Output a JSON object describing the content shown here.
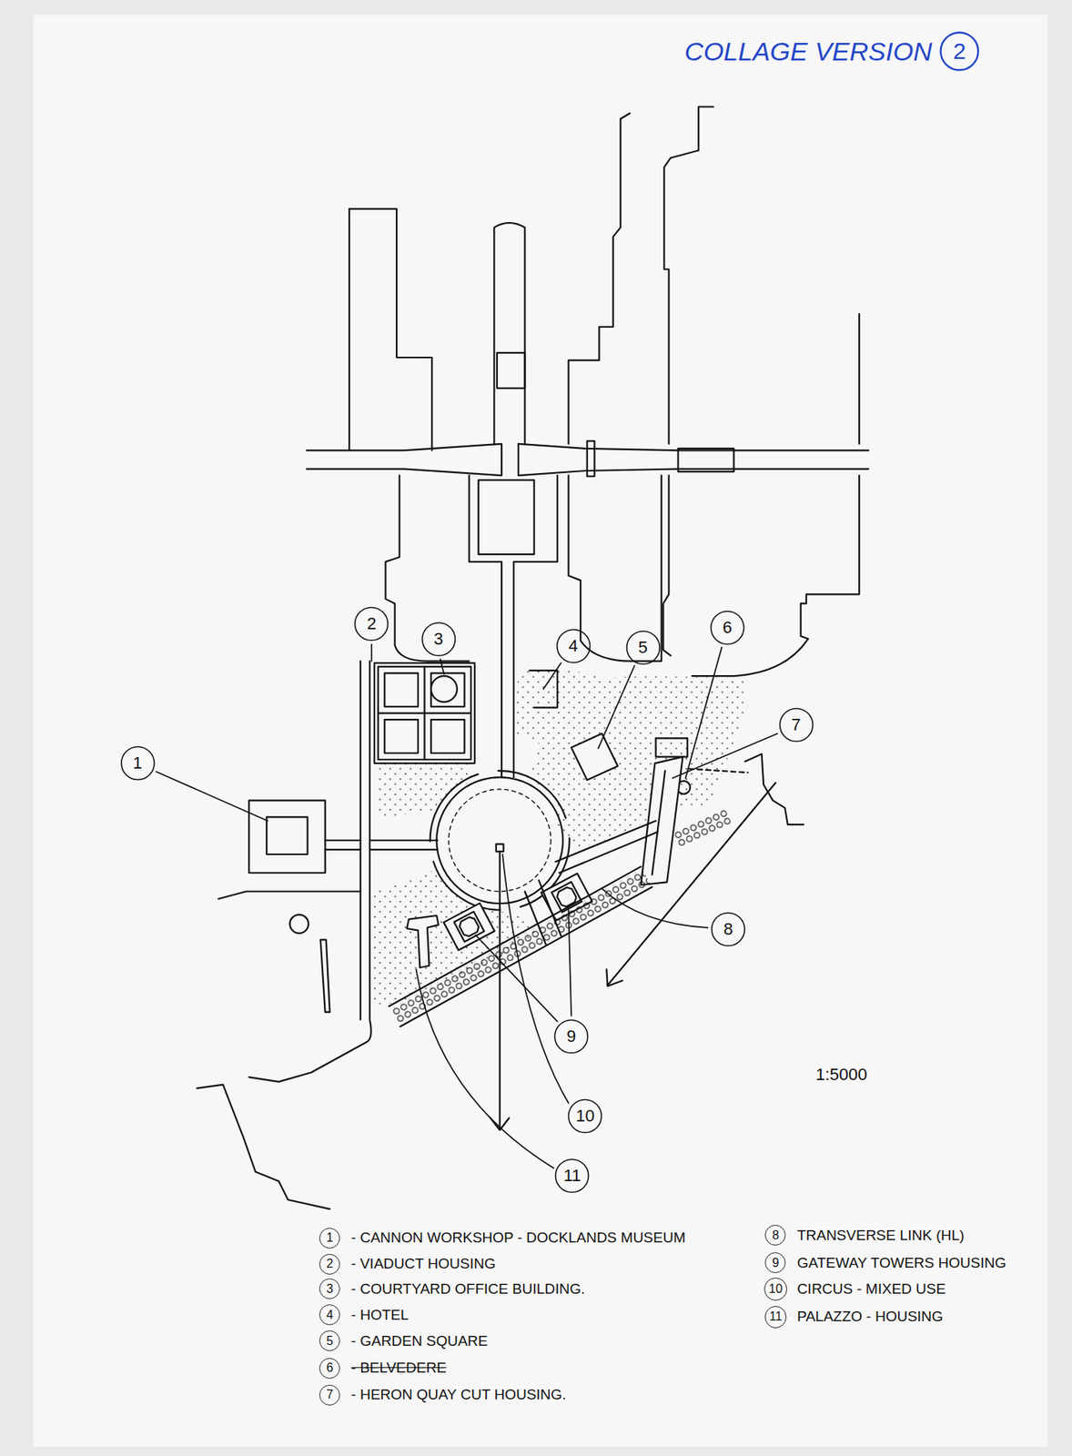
{
  "diagram": {
    "title": "COLLAGE VERSION",
    "nodes": [
      {
        "text": [
          "2"
        ]
      },
      {
        "text": [
          "1"
        ]
      },
      {
        "text": [
          "2"
        ]
      },
      {
        "text": [
          "3"
        ]
      },
      {
        "text": [
          "4"
        ]
      },
      {
        "text": [
          "5"
        ]
      },
      {
        "text": [
          "6"
        ]
      },
      {
        "text": [
          "7"
        ]
      },
      {
        "text": [
          "8"
        ]
      },
      {
        "text": [
          "9"
        ]
      },
      {
        "text": [
          "10"
        ]
      },
      {
        "text": [
          "11"
        ]
      }
    ],
    "labels": [
      "1:5000",
      "1",
      "2",
      "3",
      "4",
      "5",
      "6",
      "7",
      "8",
      "9",
      "10",
      "11"
    ],
    "legend": [
      {
        "text": "- CANNON WORKSHOP - DOCKLANDS MUSEUM"
      },
      {
        "text": "- VIADUCT HOUSING"
      },
      {
        "text": "- COURTYARD OFFICE BUILDING."
      },
      {
        "text": "- HOTEL"
      },
      {
        "text": "- GARDEN SQUARE"
      },
      {
        "text": "- BELVEDERE"
      },
      {
        "text": "- HERON QUAY CUT HOUSING."
      },
      {
        "text": "TRANSVERSE LINK (HL)"
      },
      {
        "text": "GATEWAY TOWERS HOUSING"
      },
      {
        "text": "CIRCUS - MIXED USE"
      },
      {
        "text": "PALAZZO - HOUSING"
      }
    ]
  }
}
